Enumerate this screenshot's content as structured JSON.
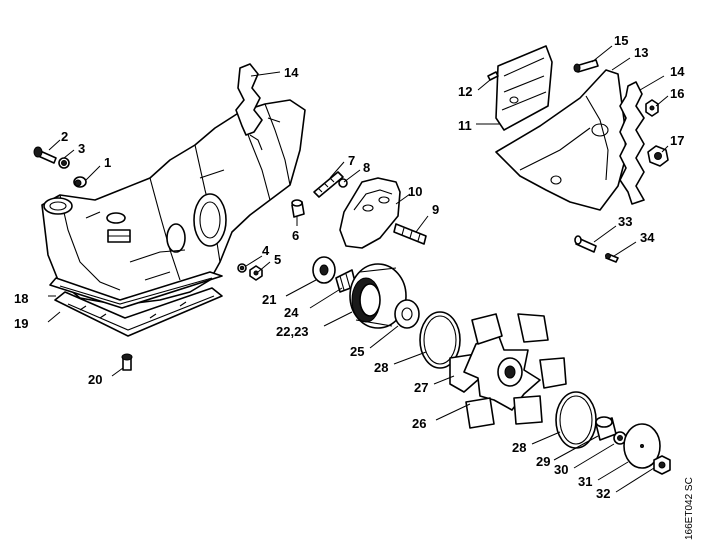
{
  "callouts": {
    "c1": "1",
    "c2": "2",
    "c3": "3",
    "c4": "4",
    "c5": "5",
    "c6": "6",
    "c7": "7",
    "c8": "8",
    "c9": "9",
    "c10": "10",
    "c11": "11",
    "c12": "12",
    "c13": "13",
    "c14a": "14",
    "c14b": "14",
    "c15": "15",
    "c16": "16",
    "c17": "17",
    "c18": "18",
    "c19": "19",
    "c20": "20",
    "c21": "21",
    "c22": "22,23",
    "c24": "24",
    "c25": "25",
    "c26": "26",
    "c27": "27",
    "c28a": "28",
    "c28b": "28",
    "c29": "29",
    "c30": "30",
    "c31": "31",
    "c32": "32",
    "c33": "33",
    "c34": "34"
  },
  "drawing_code": "166ET042 SC"
}
